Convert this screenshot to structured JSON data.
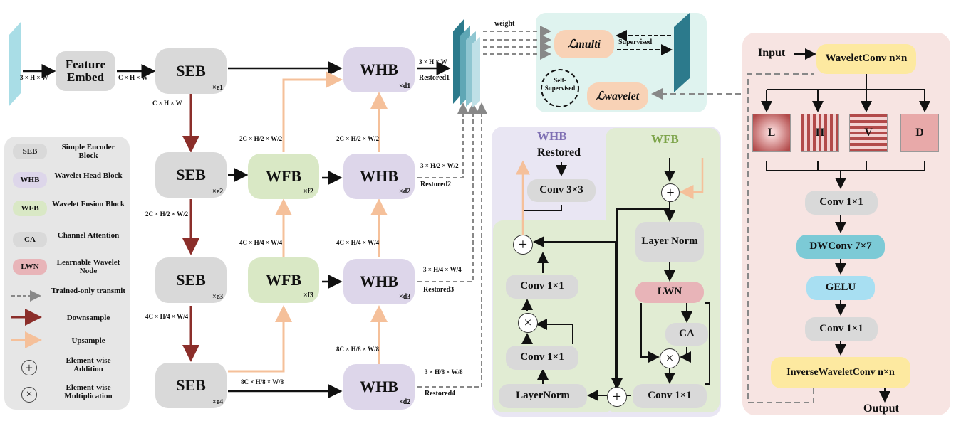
{
  "left": {
    "input_dim": "3 × H × W",
    "feature_embed": "Feature Embed",
    "embed_dim": "C × H × W",
    "seb_label": "SEB",
    "whb_label": "WHB",
    "wfb_label": "WFB",
    "seb_subs": [
      "×e1",
      "×e2",
      "×e3",
      "×e4"
    ],
    "whb_subs": [
      "×d1",
      "×d2",
      "×d3",
      "×d2"
    ],
    "wfb_subs": [
      "×f2",
      "×f3"
    ],
    "seb1_dim": "C × H × W",
    "down_dims": [
      "2C × H/2 × W/2",
      "4C × H/4 × W/4"
    ],
    "wfb_in_dims": [
      "2C × H/2 × W/2",
      "4C × H/4 × W/4"
    ],
    "whb_in_dims": [
      "2C × H/2 × W/2",
      "4C × H/4 × W/4",
      "8C × H/8 × W/8"
    ],
    "bottom_dim": "8C × H/8 × W/8",
    "restored": [
      "Restored1",
      "Restored2",
      "Restored3",
      "Restored4"
    ],
    "restored_dims": [
      "3 × H × W",
      "3 × H/2 × W/2",
      "3 × H/4 × W/4",
      "3 × H/8 × W/8"
    ]
  },
  "legend": [
    {
      "key": "SEB",
      "text": "Simple Encoder Block",
      "color": "#d9d9d9"
    },
    {
      "key": "WHB",
      "text": "Wavelet Head Block",
      "color": "#ddd6ea"
    },
    {
      "key": "WFB",
      "text": "Wavelet Fusion Block",
      "color": "#d9e8c5"
    },
    {
      "key": "CA",
      "text": "Channel Attention",
      "color": "#d9d9d9"
    },
    {
      "key": "LWN",
      "text": "Learnable Wavelet Node",
      "color": "#e8b4b8"
    },
    {
      "key": "dashed-arrow",
      "text": "Trained-only transmit"
    },
    {
      "key": "red-arrow",
      "text": "Downsample"
    },
    {
      "key": "orange-arrow",
      "text": "Upsample"
    },
    {
      "key": "plus-icon",
      "text": "Element-wise Addition"
    },
    {
      "key": "times-icon",
      "text": "Element-wise Multiplication"
    }
  ],
  "loss": {
    "weight": "weight",
    "multi": "ℒmulti",
    "wavelet": "ℒwavelet",
    "supervised": "Supervised",
    "self_supervised": "Self-Supervised"
  },
  "whb_detail": {
    "title": "WHB",
    "restored": "Restored",
    "conv3": "Conv 3×3",
    "conv1a": "Conv 1×1",
    "conv1b": "Conv 1×1",
    "layernorm": "LayerNorm"
  },
  "wfb_detail": {
    "title": "WFB",
    "layer_norm": "Layer Norm",
    "lwn": "LWN",
    "ca": "CA",
    "conv1": "Conv 1×1"
  },
  "lwn_detail": {
    "input": "Input",
    "wavelet_conv": "WaveletConv n×n",
    "bands": [
      "L",
      "H",
      "V",
      "D"
    ],
    "conv1a": "Conv 1×1",
    "dwconv": "DWConv 7×7",
    "gelu": "GELU",
    "conv1b": "Conv 1×1",
    "inverse": "InverseWaveletConv n×n",
    "output": "Output"
  },
  "colors": {
    "down": "#8b2e2a",
    "up": "#f5c09a",
    "dashed": "#888888",
    "teal": "#2c7a8c",
    "seb": "#d9d9d9",
    "whb": "#ddd6ea",
    "wfb": "#d9e8c5",
    "lwn": "#e8b4b8",
    "yellow": "#fde9a0",
    "dwconv": "#7ccad6",
    "gelu": "#a8dff2"
  }
}
